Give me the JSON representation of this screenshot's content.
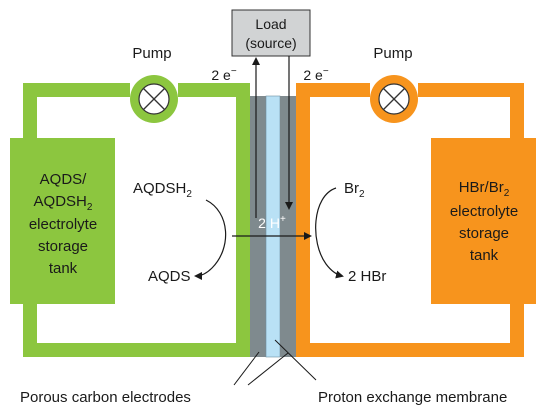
{
  "load": {
    "line1": "Load",
    "line2": "(source)"
  },
  "pumps": {
    "left_label": "Pump",
    "right_label": "Pump"
  },
  "electrons": {
    "left": "2 e",
    "right": "2 e",
    "superscript": "−"
  },
  "left_tank": {
    "line1": "AQDS/",
    "line2": "AQDSH",
    "line2_sub": "2",
    "line3": "electrolyte",
    "line4": "storage",
    "line5": "tank"
  },
  "right_tank": {
    "line1": "HBr/Br",
    "line1_sub": "2",
    "line2": "electrolyte",
    "line3": "storage",
    "line4": "tank"
  },
  "reactions": {
    "aqdsh2": "AQDSH",
    "aqdsh2_sub": "2",
    "aqds": "AQDS",
    "br2": "Br",
    "br2_sub": "2",
    "hbr": "2 HBr",
    "proton": "2 H",
    "proton_sup": "+"
  },
  "labels": {
    "electrodes": "Porous carbon electrodes",
    "membrane": "Proton exchange membrane"
  },
  "colors": {
    "green": "#8cc63f",
    "orange": "#f7941d",
    "electrode_gray": "#7f8a8e",
    "membrane_blue": "#b9e1f5",
    "load_gray": "#d1d3d4",
    "pump_face": "#ffffff"
  }
}
